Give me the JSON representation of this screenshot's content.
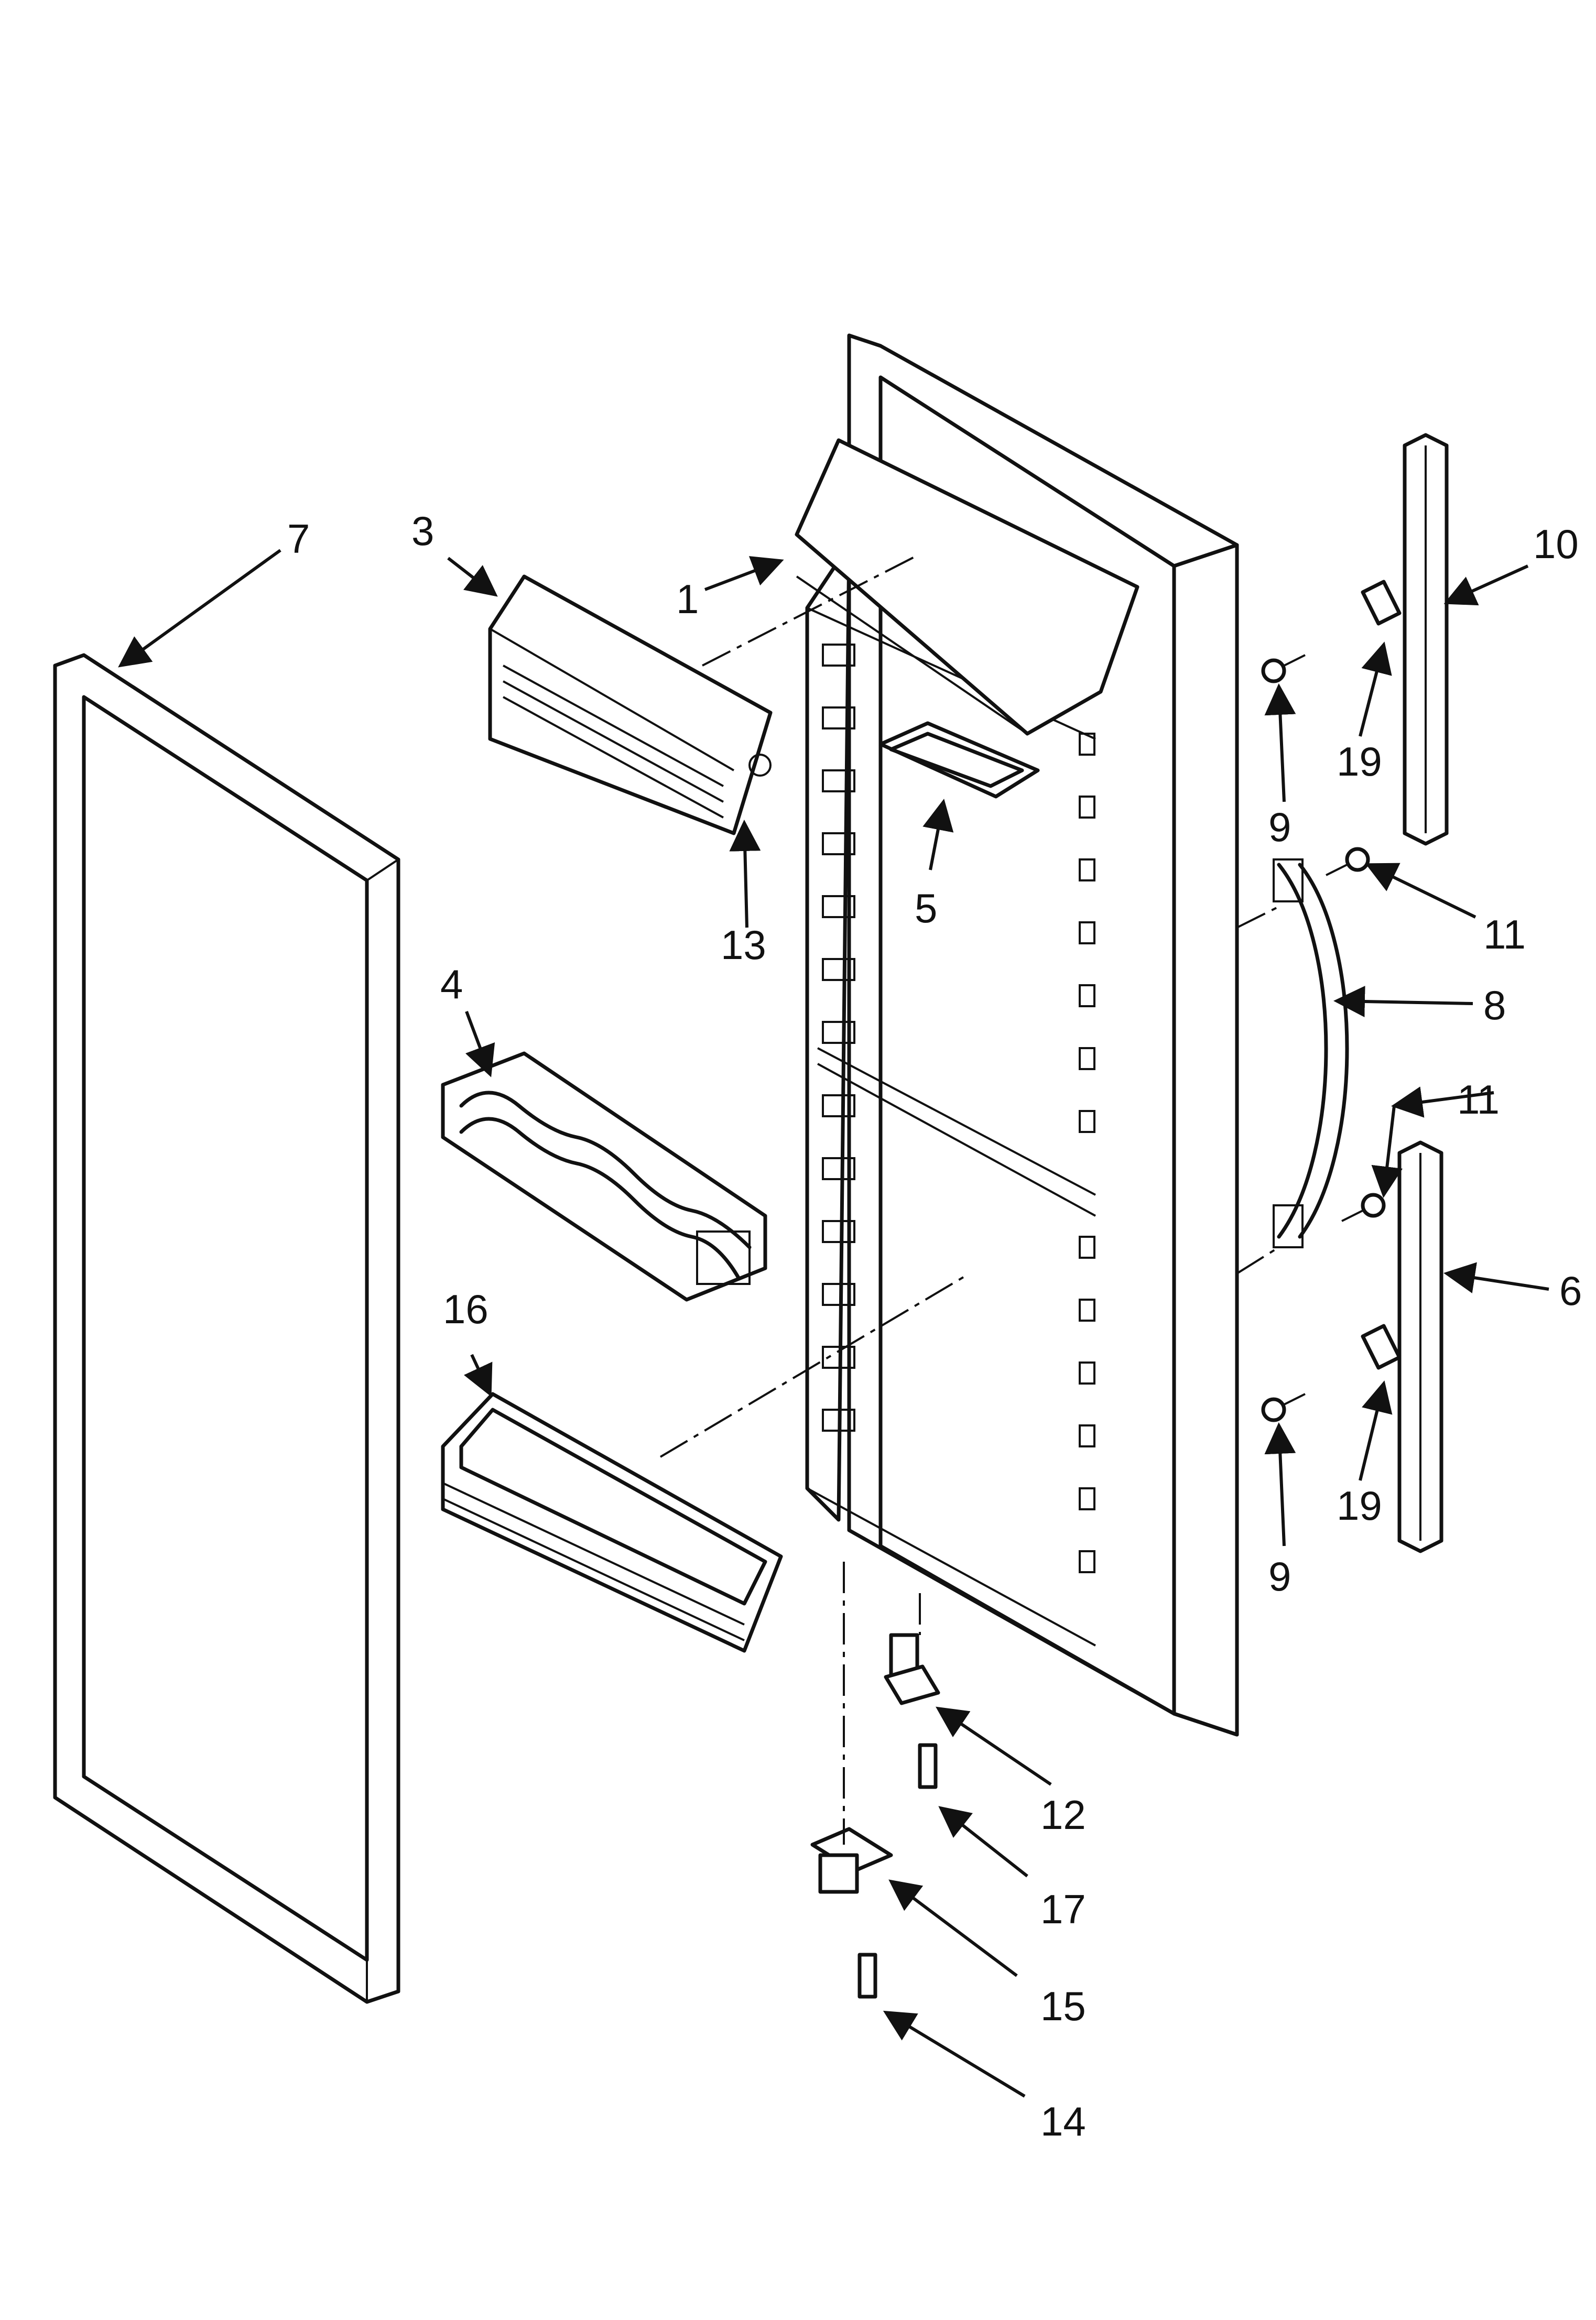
{
  "callouts": [
    {
      "id": "c1",
      "label": "1"
    },
    {
      "id": "c3",
      "label": "3"
    },
    {
      "id": "c4",
      "label": "4"
    },
    {
      "id": "c5",
      "label": "5"
    },
    {
      "id": "c6",
      "label": "6"
    },
    {
      "id": "c7",
      "label": "7"
    },
    {
      "id": "c8",
      "label": "8"
    },
    {
      "id": "c9a",
      "label": "9"
    },
    {
      "id": "c9b",
      "label": "9"
    },
    {
      "id": "c10",
      "label": "10"
    },
    {
      "id": "c11a",
      "label": "11"
    },
    {
      "id": "c11b",
      "label": "11"
    },
    {
      "id": "c12",
      "label": "12"
    },
    {
      "id": "c13",
      "label": "13"
    },
    {
      "id": "c14",
      "label": "14"
    },
    {
      "id": "c15",
      "label": "15"
    },
    {
      "id": "c16",
      "label": "16"
    },
    {
      "id": "c17",
      "label": "17"
    },
    {
      "id": "c19a",
      "label": "19"
    },
    {
      "id": "c19b",
      "label": "19"
    }
  ]
}
